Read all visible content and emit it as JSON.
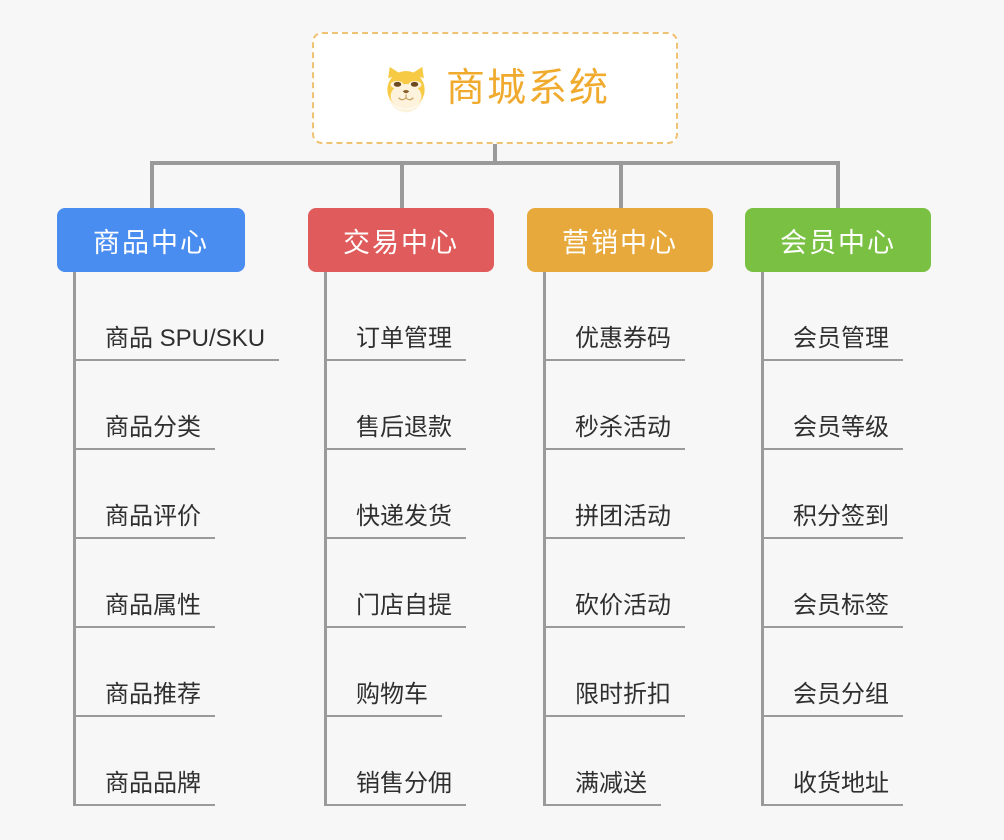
{
  "diagram": {
    "title": "商城系统",
    "root": {
      "label": "商城系统",
      "icon": "shiba-dog-face-icon",
      "text_color": "#f0ab2e",
      "border_color": "#f0c274",
      "background": "#ffffff"
    },
    "background_color": "#f7f7f7",
    "connector_color": "#9a9a9a",
    "columns": [
      {
        "id": "product-center",
        "label": "商品中心",
        "color": "#4a8df0",
        "items": [
          "商品 SPU/SKU",
          "商品分类",
          "商品评价",
          "商品属性",
          "商品推荐",
          "商品品牌"
        ]
      },
      {
        "id": "trade-center",
        "label": "交易中心",
        "color": "#e05c5c",
        "items": [
          "订单管理",
          "售后退款",
          "快递发货",
          "门店自提",
          "购物车",
          "销售分佣"
        ]
      },
      {
        "id": "marketing-center",
        "label": "营销中心",
        "color": "#e8a93c",
        "items": [
          "优惠券码",
          "秒杀活动",
          "拼团活动",
          "砍价活动",
          "限时折扣",
          "满减送"
        ]
      },
      {
        "id": "member-center",
        "label": "会员中心",
        "color": "#7ac143",
        "items": [
          "会员管理",
          "会员等级",
          "积分签到",
          "会员标签",
          "会员分组",
          "收货地址"
        ]
      }
    ]
  }
}
